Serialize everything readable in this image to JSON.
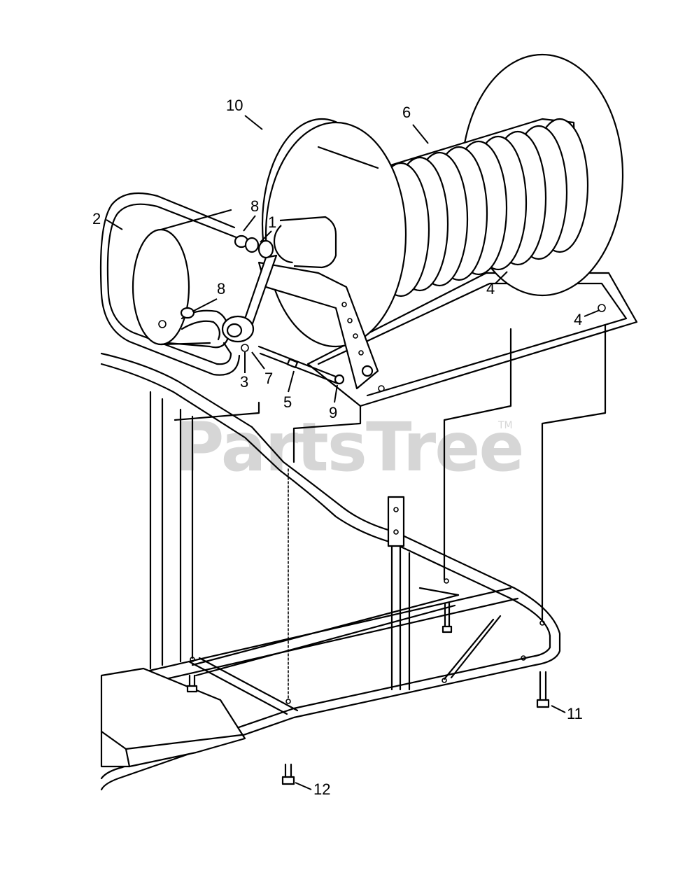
{
  "watermark": {
    "text": "PartsTree",
    "trademark": "TM"
  },
  "callouts": [
    {
      "id": "c10",
      "label": "10"
    },
    {
      "id": "c6",
      "label": "6"
    },
    {
      "id": "c2",
      "label": "2"
    },
    {
      "id": "c8a",
      "label": "8"
    },
    {
      "id": "c1",
      "label": "1"
    },
    {
      "id": "c8b",
      "label": "8"
    },
    {
      "id": "c4a",
      "label": "4"
    },
    {
      "id": "c4b",
      "label": "4"
    },
    {
      "id": "c3",
      "label": "3"
    },
    {
      "id": "c7",
      "label": "7"
    },
    {
      "id": "c5",
      "label": "5"
    },
    {
      "id": "c9",
      "label": "9"
    },
    {
      "id": "c11",
      "label": "11"
    },
    {
      "id": "c12",
      "label": "12"
    }
  ]
}
